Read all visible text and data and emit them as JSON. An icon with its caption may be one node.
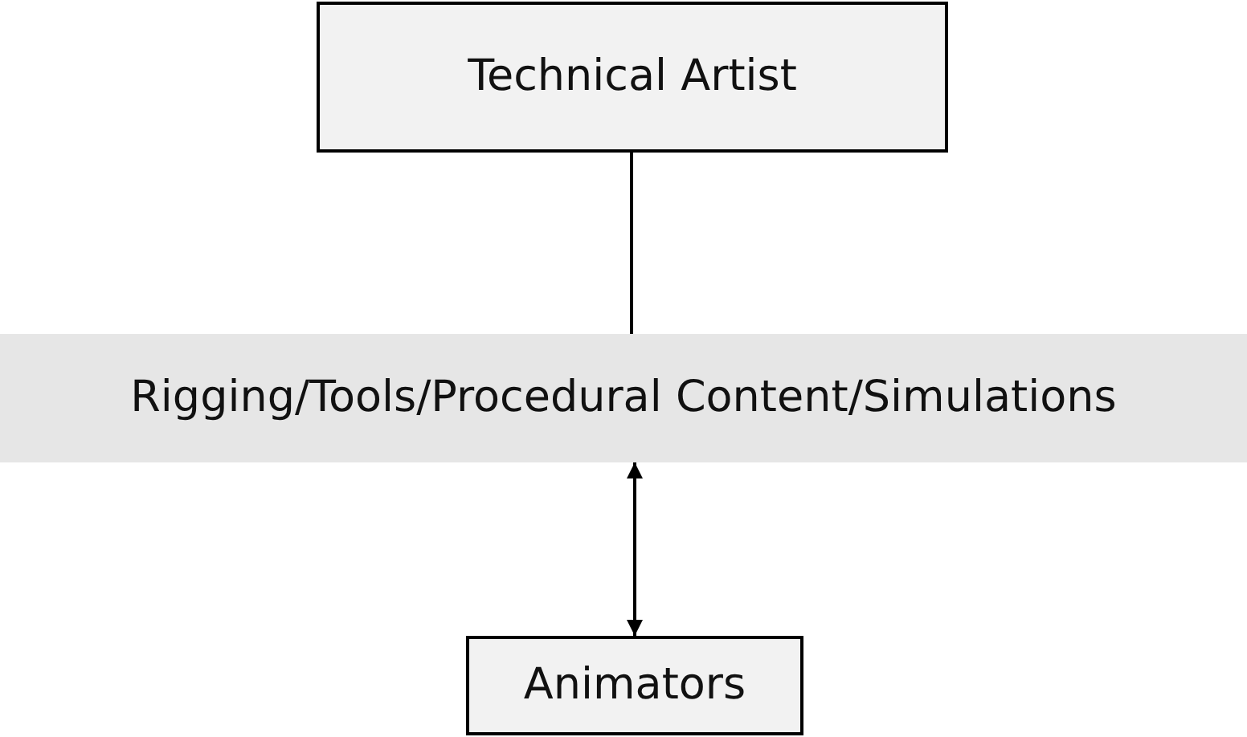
{
  "diagram": {
    "nodes": [
      {
        "text": [
          "Technical Artist"
        ]
      },
      {
        "text": [
          "Rigging/Tools/Procedural Content/Simulations"
        ]
      },
      {
        "text": [
          "Animators"
        ]
      }
    ],
    "edges": [
      {
        "from": 0,
        "to": 1,
        "arrow": "none"
      },
      {
        "from": 1,
        "to": 2,
        "arrow": "both"
      }
    ]
  }
}
